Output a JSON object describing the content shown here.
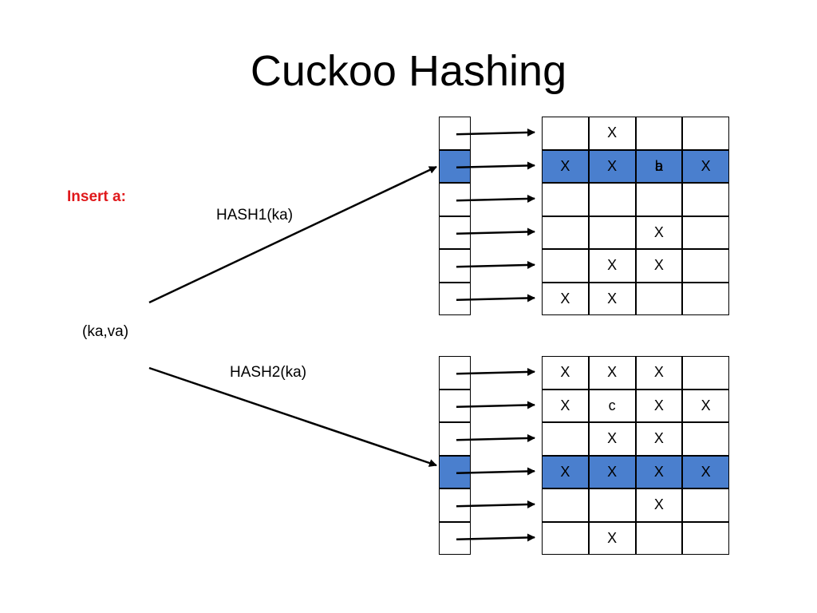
{
  "title": "Cuckoo Hashing",
  "insert_label": "Insert a:",
  "key_value": "(ka,va)",
  "hash1_label": "HASH1(ka)",
  "hash2_label": "HASH2(ka)",
  "highlight_color": "#4a7fce",
  "insert_color": "#e0181b",
  "table1": {
    "highlight_row": 1,
    "rows": [
      [
        "",
        "X",
        "",
        ""
      ],
      [
        "X",
        "X",
        "b/a",
        "X"
      ],
      [
        "",
        "",
        "",
        ""
      ],
      [
        "",
        "",
        "X",
        ""
      ],
      [
        "",
        "X",
        "X",
        ""
      ],
      [
        "X",
        "X",
        "",
        ""
      ]
    ]
  },
  "table2": {
    "highlight_row": 3,
    "rows": [
      [
        "X",
        "X",
        "X",
        ""
      ],
      [
        "X",
        "c",
        "X",
        "X"
      ],
      [
        "",
        "X",
        "X",
        ""
      ],
      [
        "X",
        "X",
        "X",
        "X"
      ],
      [
        "",
        "",
        "X",
        ""
      ],
      [
        "",
        "X",
        "",
        ""
      ]
    ]
  }
}
